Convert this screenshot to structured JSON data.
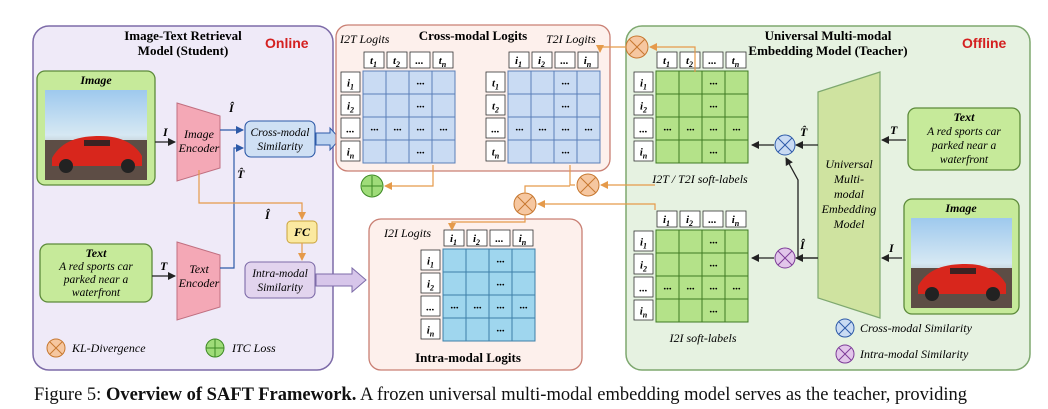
{
  "student": {
    "title_line1": "Image-Text Retrieval",
    "title_line2": "Model (Student)",
    "online_label": "Online",
    "image_box_label": "Image",
    "text_box_label": "Text",
    "caption_line1": "A red sports car",
    "caption_line2": "parked near a",
    "caption_line3": "waterfront",
    "image_encoder_line1": "Image",
    "image_encoder_line2": "Encoder",
    "text_encoder_line1": "Text",
    "text_encoder_line2": "Encoder",
    "cross_sim_line1": "Cross-modal",
    "cross_sim_line2": "Similarity",
    "intra_sim_line1": "Intra-modal",
    "intra_sim_line2": "Similarity",
    "fc_label": "FC",
    "sym_I": "I",
    "sym_T": "T",
    "sym_I_hat": "Î",
    "sym_T_hat": "T̂"
  },
  "cross_logits": {
    "title": "Cross-modal Logits",
    "i2t_label": "I2T Logits",
    "t2i_label": "T2I Logits",
    "i2t_cols": [
      "t1",
      "t2",
      "...",
      "tn"
    ],
    "i2t_rows": [
      "i1",
      "i2",
      "...",
      "in"
    ],
    "t2i_cols": [
      "i1",
      "i2",
      "...",
      "in"
    ],
    "t2i_rows": [
      "t1",
      "t2",
      "...",
      "tn"
    ]
  },
  "intra_logits": {
    "title": "Intra-modal Logits",
    "i2i_label": "I2I Logits",
    "cols": [
      "i1",
      "i2",
      "...",
      "in"
    ],
    "rows": [
      "i1",
      "i2",
      "...",
      "in"
    ]
  },
  "teacher": {
    "title_line1": "Universal Multi-modal",
    "title_line2": "Embedding Model (Teacher)",
    "offline_label": "Offline",
    "model_line1": "Universal",
    "model_line2": "Multi-",
    "model_line3": "modal",
    "model_line4": "Embedding",
    "model_line5": "Model",
    "text_box_label": "Text",
    "caption_line1": "A red sports car",
    "caption_line2": "parked near a",
    "caption_line3": "waterfront",
    "image_box_label": "Image",
    "soft_cross_label": "I2T / T2I soft-labels",
    "soft_intra_label": "I2I soft-labels",
    "cross_cols": [
      "t1",
      "t2",
      "...",
      "tn"
    ],
    "cross_rows": [
      "i1",
      "i2",
      "...",
      "in"
    ],
    "intra_cols": [
      "i1",
      "i2",
      "...",
      "in"
    ],
    "intra_rows": [
      "i1",
      "i2",
      "...",
      "in"
    ]
  },
  "legend": {
    "kl": "KL-Divergence",
    "itc": "ITC Loss",
    "cross_sim": "Cross-modal Similarity",
    "intra_sim": "Intra-modal Similarity"
  },
  "caption": {
    "prefix": "Figure 5: ",
    "bold": "Overview of SAFT Framework.",
    "text": " A frozen universal multi-modal embedding model serves as the teacher, providing"
  },
  "matrix_cell_text": "...",
  "colors": {
    "student_bg": "#efeaf8",
    "student_border": "#7d6ba8",
    "cross_bg": "#fdf0ec",
    "cross_border": "#c97f73",
    "teacher_bg": "#e6f2e1",
    "teacher_border": "#7ea86f",
    "blue_cell": "#c9dbf3",
    "cyan_cell": "#9fd6ee",
    "green_cell": "#b4e289",
    "online_red": "#d42020",
    "kl_fill": "#f6c7a0",
    "itc_fill": "#9fdc79"
  }
}
